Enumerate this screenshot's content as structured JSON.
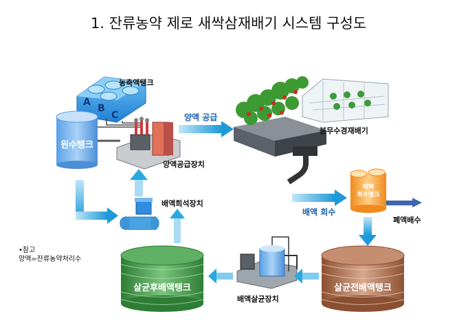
{
  "title": "1. 잔류농약 제로 새싹삼재배기 시스템 구성도",
  "labels": {
    "concentrate_tank": "농축액탱크",
    "abc": [
      "A",
      "B",
      "C"
    ],
    "raw_water_tank": "원수탱크",
    "nutrient_supply_label": "양액 공급",
    "supply_device": "양액공급장치",
    "aeroponic": "분무수경재배기",
    "dilution_device": "배액희석장치",
    "return_tank": "배액\n회수탱크",
    "return_label": "배액 회수",
    "waste": "폐액배수",
    "post_tank": "살균후배액탱크",
    "sterilizer": "배액살균장치",
    "pre_tank": "살균전배액탱크"
  },
  "note": {
    "line1": "•참고",
    "line2": "양액=잔류농약처리수"
  },
  "colors": {
    "arrow": "#29a9e0",
    "tank_blue": "#7fb8ec",
    "concentrate": "#2f8de0",
    "green_tank": "#3f9a45",
    "brown_tank": "#a86b4a",
    "orange_tank": "#f6a23a"
  }
}
